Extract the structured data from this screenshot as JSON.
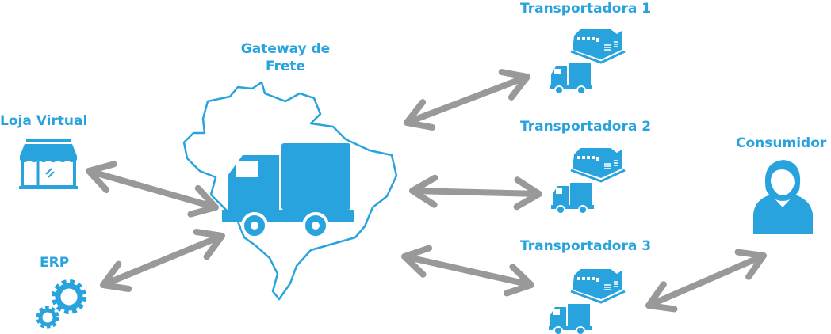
{
  "colors": {
    "accent": "#29a3dd",
    "arrow": "#999999"
  },
  "nodes": {
    "loja": "Loja Virtual",
    "erp": "ERP",
    "gateway_line1": "Gateway de",
    "gateway_line2": "Frete",
    "t1": "Transportadora 1",
    "t2": "Transportadora 2",
    "t3": "Transportadora 3",
    "consumidor": "Consumidor"
  }
}
